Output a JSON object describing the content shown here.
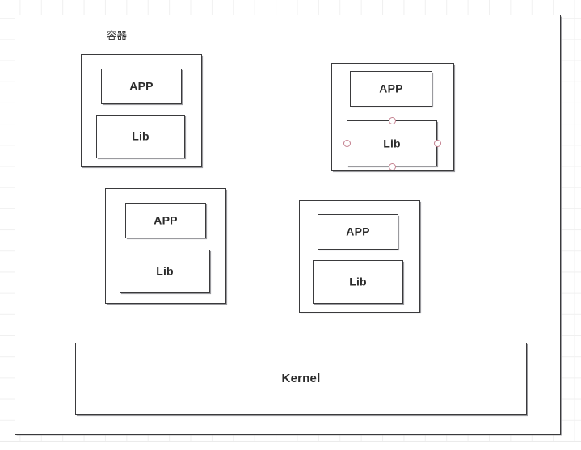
{
  "diagram": {
    "caption": "容器",
    "host_boundary_name": "host-boundary",
    "colors": {
      "stroke": "#3a3a3c",
      "fill": "#ffffff",
      "text": "#2b2b2b",
      "grid": "#f0f0f0",
      "selection_handle": "#c4808f",
      "shadow": "#9a9a9e"
    },
    "groups": [
      {
        "id": "container-1",
        "position": "top-left",
        "selected": false,
        "tiles": [
          {
            "id": "app-1",
            "label": "APP"
          },
          {
            "id": "lib-1",
            "label": "Lib"
          }
        ]
      },
      {
        "id": "container-2",
        "position": "top-right",
        "selected": true,
        "selected_tile": "lib-2",
        "tiles": [
          {
            "id": "app-2",
            "label": "APP"
          },
          {
            "id": "lib-2",
            "label": "Lib"
          }
        ]
      },
      {
        "id": "container-3",
        "position": "bottom-left",
        "selected": false,
        "tiles": [
          {
            "id": "app-3",
            "label": "APP"
          },
          {
            "id": "lib-3",
            "label": "Lib"
          }
        ]
      },
      {
        "id": "container-4",
        "position": "bottom-right",
        "selected": false,
        "tiles": [
          {
            "id": "app-4",
            "label": "APP"
          },
          {
            "id": "lib-4",
            "label": "Lib"
          }
        ]
      }
    ],
    "kernel": {
      "id": "kernel",
      "label": "Kernel"
    },
    "selection_handles": [
      {
        "name": "handle-top",
        "position": "top-center"
      },
      {
        "name": "handle-right",
        "position": "middle-right"
      },
      {
        "name": "handle-bottom",
        "position": "bottom-center"
      },
      {
        "name": "handle-left",
        "position": "middle-left"
      }
    ]
  }
}
